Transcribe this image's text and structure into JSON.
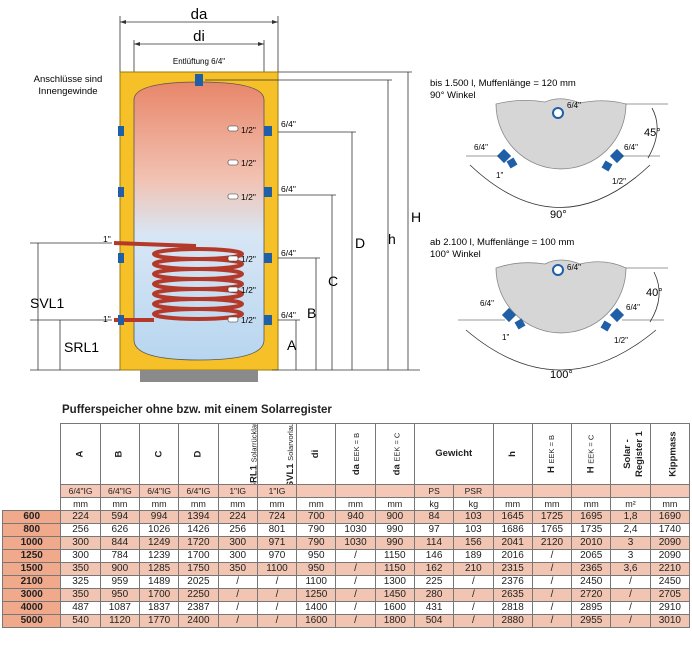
{
  "drawing": {
    "dim_da": "da",
    "dim_di": "di",
    "vent_label": "Entlüftung 6/4\"",
    "note_line1": "Anschlüsse sind",
    "note_line2": "Innengewinde",
    "conn_half": "1/2\"",
    "conn_64": "6/4\"",
    "conn_1": "1\"",
    "label_SVL1": "SVL1",
    "label_SRL1": "SRL1",
    "label_A": "A",
    "label_B": "B",
    "label_C": "C",
    "label_D": "D",
    "label_h": "h",
    "label_H": "H",
    "top_view_1": {
      "line1": "bis 1.500 l, Muffenlänge = 120 mm",
      "line2": "90° Winkel",
      "conn_top": "6/4\"",
      "conn_left": "6/4\"",
      "conn_right": "6/4\"",
      "conn_left_small": "1\"",
      "conn_right_small": "1/2\"",
      "angle_side": "45°",
      "angle_bottom": "90°"
    },
    "top_view_2": {
      "line1": "ab 2.100 l, Muffenlänge = 100 mm",
      "line2": "100° Winkel",
      "conn_top": "6/4\"",
      "conn_left": "6/4\"",
      "conn_right": "6/4\"",
      "conn_left_small": "1\"",
      "conn_right_small": "1/2\"",
      "angle_side": "40°",
      "angle_bottom": "100°"
    }
  },
  "table": {
    "title": "Pufferspeicher ohne bzw. mit einem  Solarregister",
    "headers": {
      "A": "A",
      "B": "B",
      "C": "C",
      "D": "D",
      "SRL1": "SRL1",
      "SRL1_sub": "Solarrücklauf",
      "SVL1": "SVL1",
      "SVL1_sub": "Solarvorlauf",
      "di": "di",
      "da_b": "da",
      "da_b_sub": "EEK = B",
      "da_c": "da",
      "da_c_sub": "EEK = C",
      "gewicht": "Gewicht",
      "h": "h",
      "H_b": "H",
      "H_b_sub": "EEK = B",
      "H_c": "H",
      "H_c_sub": "EEK = C",
      "solar": "Solar -",
      "solar2": "Register 1",
      "kipp": "Kippmass"
    },
    "connections": [
      "6/4\"IG",
      "6/4\"IG",
      "6/4\"IG",
      "6/4\"IG",
      "1\"IG",
      "1\"IG",
      "",
      "",
      "",
      "PS",
      "PSR",
      "",
      "",
      "",
      "",
      ""
    ],
    "units": [
      "mm",
      "mm",
      "mm",
      "mm",
      "mm",
      "mm",
      "mm",
      "mm",
      "mm",
      "kg",
      "kg",
      "mm",
      "mm",
      "mm",
      "m²",
      "mm"
    ],
    "rows": [
      {
        "vol": "600",
        "cells": [
          "224",
          "594",
          "994",
          "1394",
          "224",
          "724",
          "700",
          "940",
          "900",
          "84",
          "103",
          "1645",
          "1725",
          "1695",
          "1,8",
          "1690"
        ]
      },
      {
        "vol": "800",
        "cells": [
          "256",
          "626",
          "1026",
          "1426",
          "256",
          "801",
          "790",
          "1030",
          "990",
          "97",
          "103",
          "1686",
          "1765",
          "1735",
          "2,4",
          "1740"
        ]
      },
      {
        "vol": "1000",
        "cells": [
          "300",
          "844",
          "1249",
          "1720",
          "300",
          "971",
          "790",
          "1030",
          "990",
          "114",
          "156",
          "2041",
          "2120",
          "2010",
          "3",
          "2090"
        ]
      },
      {
        "vol": "1250",
        "cells": [
          "300",
          "784",
          "1239",
          "1700",
          "300",
          "970",
          "950",
          "/",
          "1150",
          "146",
          "189",
          "2016",
          "/",
          "2065",
          "3",
          "2090"
        ]
      },
      {
        "vol": "1500",
        "cells": [
          "350",
          "900",
          "1285",
          "1750",
          "350",
          "1100",
          "950",
          "/",
          "1150",
          "162",
          "210",
          "2315",
          "/",
          "2365",
          "3,6",
          "2210"
        ]
      },
      {
        "vol": "2100",
        "cells": [
          "325",
          "959",
          "1489",
          "2025",
          "/",
          "/",
          "1100",
          "/",
          "1300",
          "225",
          "/",
          "2376",
          "/",
          "2450",
          "/",
          "2450"
        ]
      },
      {
        "vol": "3000",
        "cells": [
          "350",
          "950",
          "1700",
          "2250",
          "/",
          "/",
          "1250",
          "/",
          "1450",
          "280",
          "/",
          "2635",
          "/",
          "2720",
          "/",
          "2705"
        ]
      },
      {
        "vol": "4000",
        "cells": [
          "487",
          "1087",
          "1837",
          "2387",
          "/",
          "/",
          "1400",
          "/",
          "1600",
          "431",
          "/",
          "2818",
          "/",
          "2895",
          "/",
          "2910"
        ]
      },
      {
        "vol": "5000",
        "cells": [
          "540",
          "1120",
          "1770",
          "2400",
          "/",
          "/",
          "1600",
          "/",
          "1800",
          "504",
          "/",
          "2880",
          "/",
          "2955",
          "/",
          "3010"
        ]
      }
    ]
  }
}
